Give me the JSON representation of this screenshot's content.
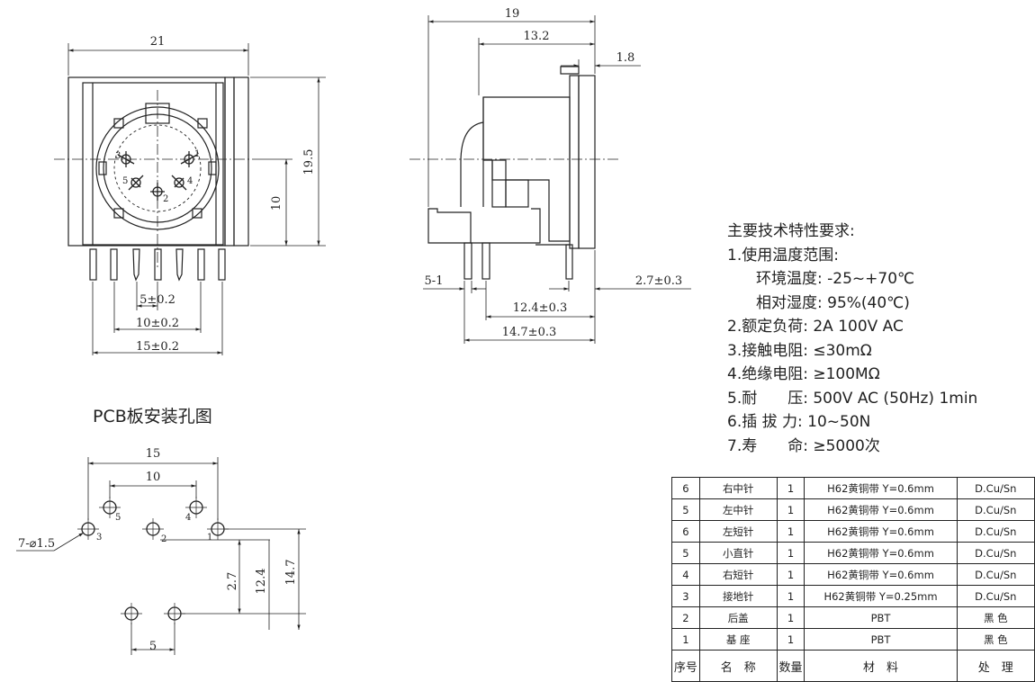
{
  "dims": {
    "front_width": "21",
    "front_height": "19.5",
    "front_center_height": "10",
    "pin_pitch_5": "5±0.2",
    "pin_pitch_10": "10±0.2",
    "pin_pitch_15": "15±0.2",
    "side_total": "19",
    "side_body": "13.2",
    "side_flange": "1.8",
    "side_pin_gap": "5-1",
    "side_pin_offset": "2.7±0.3",
    "side_12_4": "12.4±0.3",
    "side_14_7": "14.7±0.3"
  },
  "pin_labels": [
    "1",
    "2",
    "3",
    "4",
    "5"
  ],
  "pcb": {
    "title": "PCB板安装孔图",
    "dim_15": "15",
    "dim_10": "10",
    "dim_5": "5",
    "dim_2_7": "2.7",
    "dim_12_4": "12.4",
    "dim_14_7": "14.7",
    "hole_note": "7-⌀1.5"
  },
  "spec": {
    "title": "主要技术特性要求:",
    "lines": [
      "1.使用温度范围:",
      "环境温度: -25~+70℃",
      "相对湿度: 95%(40℃)",
      "2.额定负荷: 2A 100V AC",
      "3.接触电阻: ≤30mΩ",
      "4.绝缘电阻: ≥100MΩ",
      "5.耐　　压: 500V AC (50Hz) 1min",
      "6.插 拔 力: 10~50N",
      "7.寿　　命: ≥5000次"
    ]
  },
  "bom": {
    "rows": [
      [
        "6",
        "右中针",
        "1",
        "H62黄铜带 Y=0.6mm",
        "D.Cu/Sn"
      ],
      [
        "5",
        "左中针",
        "1",
        "H62黄铜带 Y=0.6mm",
        "D.Cu/Sn"
      ],
      [
        "6",
        "左短针",
        "1",
        "H62黄铜带 Y=0.6mm",
        "D.Cu/Sn"
      ],
      [
        "5",
        "小直针",
        "1",
        "H62黄铜带 Y=0.6mm",
        "D.Cu/Sn"
      ],
      [
        "4",
        "右短针",
        "1",
        "H62黄铜带 Y=0.6mm",
        "D.Cu/Sn"
      ],
      [
        "3",
        "接地针",
        "1",
        "H62黄铜带 Y=0.25mm",
        "D.Cu/Sn"
      ],
      [
        "2",
        "后盖",
        "1",
        "PBT",
        "黑 色"
      ],
      [
        "1",
        "基 座",
        "1",
        "PBT",
        "黑 色"
      ]
    ],
    "header": [
      "序号",
      "名　称",
      "数量",
      "材　料",
      "处　理"
    ]
  }
}
